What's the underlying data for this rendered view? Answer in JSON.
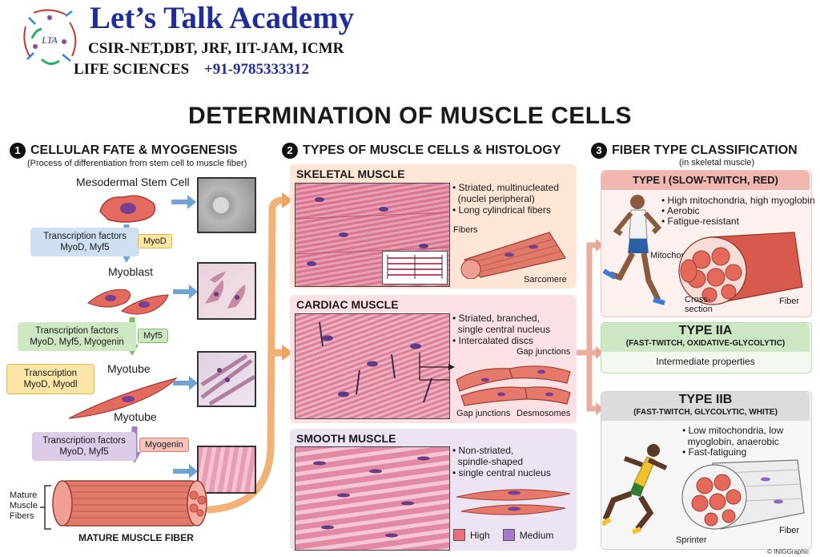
{
  "header": {
    "brand": "Let’s Talk Academy",
    "exams": "CSIR-NET,DBT, JRF, IIT-JAM, ICMR",
    "field": "LIFE SCIENCES",
    "phone": "+91-9785333312",
    "logo_text": "LTA"
  },
  "title": "DETERMINATION OF MUSCLE CELLS",
  "section1": {
    "number": "1",
    "heading": "CELLULAR FATE & MYOGENESIS",
    "subheading": "(Process of differentiation from stem cell to muscle fiber)",
    "stage_stem": "Mesodermal Stem Cell",
    "tf1": "Transcription factors\nMyoD, Myf5",
    "tag1": "MyoD",
    "stage_myoblast": "Myoblast",
    "tf2": "Transcription factors\nMyoD, Myf5, Myogenin",
    "tag2": "Myf5",
    "tf3": "Transcription\nMyoD, Myodl",
    "stage_myotube1": "Myotube",
    "stage_myotube2": "Myotube",
    "tf4": "Transcription factors\nMyoD, Myf5",
    "tag4": "Myogenin",
    "fiber_label": "Mature\nMuscle\nFibers",
    "fiber_caption": "MATURE MUSCLE FIBER"
  },
  "section2": {
    "number": "2",
    "heading": "TYPES OF MUSCLE CELLS & HISTOLOGY",
    "skeletal": {
      "title": "SKELETAL MUSCLE",
      "bullets": [
        "• Striated, multinucleated\n  (nuclei peripheral)",
        "• Long cylindrical fibers"
      ],
      "label_fibers": "Fibers",
      "label_sarcomere": "Sarcomere"
    },
    "cardiac": {
      "title": "CARDIAC MUSCLE",
      "bullets": [
        "• Striated, branched,\n  single central nucleus",
        "• Intercalated discs"
      ],
      "label_gap1": "Gap junctions",
      "label_gap2": "Gap junctions",
      "label_desmo": "Desmosomes"
    },
    "smooth": {
      "title": "SMOOTH MUSCLE",
      "bullets": [
        "• Non-striated,\n  spindle-shaped",
        "• single central nucleus"
      ]
    },
    "legend": [
      {
        "label": "High",
        "color": "#e8707a"
      },
      {
        "label": "Medium",
        "color": "#a77bc9"
      }
    ]
  },
  "section3": {
    "number": "3",
    "heading": "FIBER TYPE CLASSIFICATION",
    "subheading": "(in skeletal muscle)",
    "type1": {
      "title": "TYPE I (SLOW-TWITCH, RED)",
      "bullets": [
        "• High mitochondria, high myoglobin",
        "• Aerobic",
        "• Fatigue-resistant"
      ],
      "label_mito": "Mitochondria",
      "label_cross": "Cross-\nsection",
      "label_fiber": "Fiber"
    },
    "type2a": {
      "title": "TYPE IIA",
      "subtitle": "(FAST-TWITCH, OXIDATIVE-GLYCOLYTIC)",
      "desc": "Intermediate properties"
    },
    "type2b": {
      "title": "TYPE IIB",
      "subtitle": "(FAST-TWITCH, GLYCOLYTIC, WHITE)",
      "bullets": [
        "• Low mitochondria, low\n  myoglobin, anaerobic",
        "• Fast-fatiguing"
      ],
      "label_sprinter": "Sprinter",
      "label_fiber": "Fiber"
    }
  },
  "credit": "© INIGGraphic",
  "colors": {
    "brand_blue": "#1f2d9c",
    "tf_blue": "#cfe0f3",
    "tf_green": "#cfe8c4",
    "tf_yellow": "#fbe6a8",
    "tf_purple": "#dccbe9",
    "skeletal_bg": "#fde6d6",
    "cardiac_bg": "#fbe0e4",
    "smooth_bg": "#ece3f3",
    "type1_head": "#f2b6b1",
    "type2a_head": "#cde7c4",
    "type2b_head": "#dcdcdc",
    "arrow_orange": "#f0a35e"
  }
}
